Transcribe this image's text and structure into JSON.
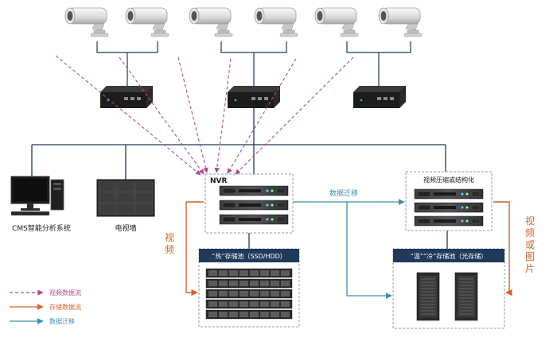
{
  "nvr": {
    "label": "NVR"
  },
  "compression": {
    "label": "视频压缩或结构化"
  },
  "hot_pool": {
    "label": "“热”存储池（SSD/HDD）"
  },
  "cold_pool": {
    "label": "“温”“冷”存储池（光存储）"
  },
  "cms": {
    "label": "CMS智能分析系统"
  },
  "tv_wall": {
    "label": "电视墙"
  },
  "flows": {
    "migration": "数据迁移",
    "video_left": "视频",
    "video_right": "视频或图片"
  },
  "legend": {
    "items": [
      {
        "label": "视频数据流",
        "color": "#b04a8e"
      },
      {
        "label": "存储数据流",
        "color": "#d4622a"
      },
      {
        "label": "数据迁移",
        "color": "#3d8fb0"
      }
    ]
  },
  "colors": {
    "line": "#1f3a5a",
    "video": "#b04a8e",
    "storage": "#d4622a",
    "migration": "#3d8fb0",
    "pool_header": "#1f3a5a"
  }
}
